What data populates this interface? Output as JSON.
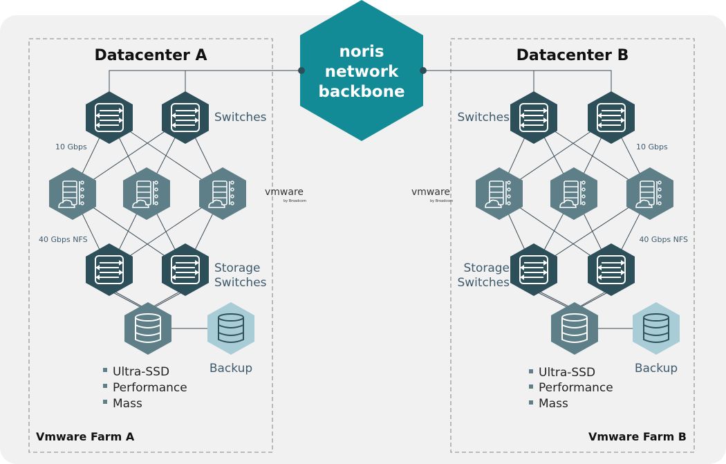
{
  "backbone": {
    "line1": "noris",
    "line2": "network",
    "line3": "backbone"
  },
  "datacenters": [
    {
      "title": "Datacenter A",
      "farm": "Vmware Farm A",
      "switches_label": "Switches",
      "bandwidth_top": "10 Gbps",
      "bandwidth_nfs": "40 Gbps NFS",
      "storage_label_1": "Storage",
      "storage_label_2": "Switches",
      "backup_label": "Backup",
      "storage_tiers": [
        "Ultra-SSD",
        "Performance",
        "Mass"
      ]
    },
    {
      "title": "Datacenter B",
      "farm": "Vmware Farm B",
      "switches_label": "Switches",
      "bandwidth_top": "10 Gbps",
      "bandwidth_nfs": "40 Gbps NFS",
      "storage_label_1": "Storage",
      "storage_label_2": "Switches",
      "backup_label": "Backup",
      "storage_tiers": [
        "Ultra-SSD",
        "Performance",
        "Mass"
      ]
    }
  ],
  "vmware": {
    "logo": "vmware",
    "by": "by Broadcom"
  },
  "colors": {
    "background": "#f1f1f1",
    "switch": "#2c4f5a",
    "host": "#5f7f88",
    "backup": "#a9cdd6",
    "backbone": "#138b96"
  }
}
